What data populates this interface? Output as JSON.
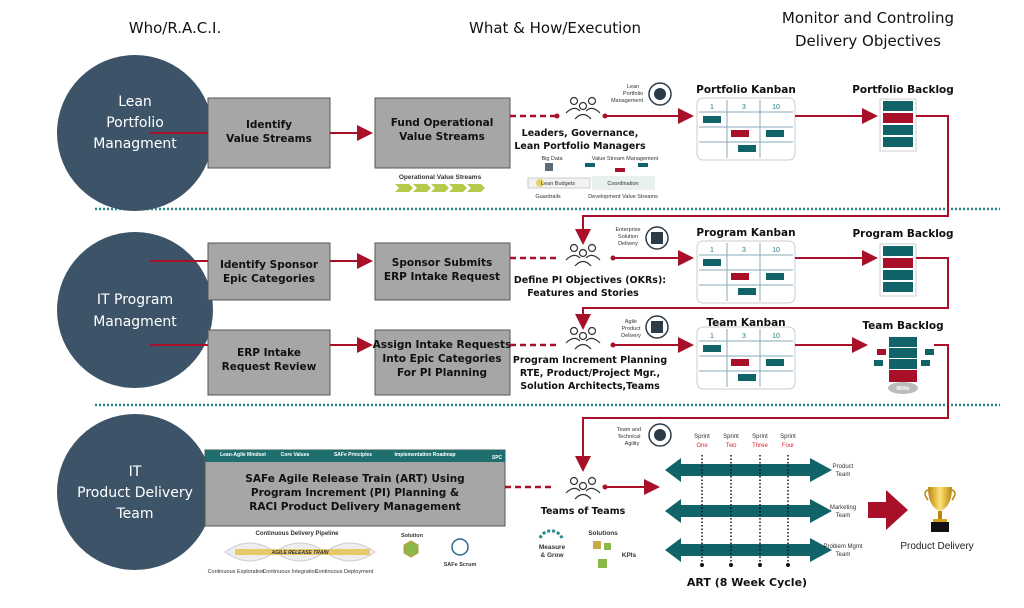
{
  "headers": {
    "who": "Who/R.A.C.I.",
    "what": "What & How/Execution",
    "monitor_line1": "Monitor and Controling",
    "monitor_line2": "Delivery Objectives"
  },
  "roles": [
    {
      "lines": [
        "Lean",
        "Portfolio",
        "Managment"
      ]
    },
    {
      "lines": [
        "IT Program",
        "Managment"
      ]
    },
    {
      "lines": [
        "IT",
        "Product Delivery",
        "Team"
      ]
    }
  ],
  "boxes": {
    "identify_value_streams": [
      "Identify",
      "Value Streams"
    ],
    "fund_operational": [
      "Fund Operational",
      "Value Streams"
    ],
    "identify_sponsor": [
      "Identify Sponsor",
      "Epic Categories"
    ],
    "sponsor_submits": [
      "Sponsor Submits",
      "ERP Intake Request"
    ],
    "erp_intake_review": [
      "ERP Intake",
      "Request Review"
    ],
    "assign_intake": [
      "Assign Intake Requests",
      "Into Epic Categories",
      "For PI Planning"
    ],
    "safe_art": [
      "SAFe Agile Release Train (ART) Using",
      "Program Increment (PI) Planning &",
      "RACI Product Delivery Management"
    ]
  },
  "safe_band": [
    "Lean-Agile Mindset",
    "Core Values",
    "SAFe Principles",
    "Implementation Roadmap",
    "SPC"
  ],
  "operational_value_streams": "Operational Value Streams",
  "portfolio_mini": {
    "big_data": "Big Data",
    "vsm": "Value Stream Management",
    "lean_budgets": "Lean Budgets",
    "coordination": "Coordination",
    "guardrails": "Guardrails",
    "dev_value_streams": "Development Value Streams"
  },
  "pipeline": {
    "title": "Continuous Delivery Pipeline",
    "train": "AGILE RELEASE TRAIN",
    "stages": [
      "Continuous Exploration",
      "Continuous Integration",
      "Continuous Deployment"
    ],
    "solution": "Solution",
    "scrum": "SAFe Scrum"
  },
  "groups": {
    "leaders": [
      "Leaders, Governance,",
      "Lean Portfolio Managers"
    ],
    "pi_objectives": [
      "Define PI Objectives (OKRs):",
      "Features and Stories"
    ],
    "pi_planning": [
      "Program Increment Planning",
      "RTE, Product/Project Mgr.,",
      "Solution Architects,Teams"
    ],
    "teams_of_teams": "Teams of Teams"
  },
  "competencies": {
    "lpm": [
      "Lean",
      "Portfolio",
      "Management"
    ],
    "esd": [
      "Enterprise",
      "Solution",
      "Delivery"
    ],
    "apd": [
      "Agile",
      "Product",
      "Delivery"
    ],
    "tta": [
      "Team and",
      "Technical",
      "Agility"
    ]
  },
  "metrics": {
    "measure": [
      "Measure",
      "& Grow"
    ],
    "solutions": "Solutions",
    "kpis": "KPIs"
  },
  "kanbans": [
    {
      "title": "Portfolio Kanban",
      "cols": [
        "1",
        "3",
        "10"
      ]
    },
    {
      "title": "Program Kanban",
      "cols": [
        "1",
        "3",
        "10"
      ]
    },
    {
      "title": "Team Kanban",
      "cols": [
        "1",
        "3",
        "10"
      ]
    }
  ],
  "backlogs": [
    "Portfolio Backlog",
    "Program Backlog",
    "Team Backlog"
  ],
  "nfrs": "NFRs",
  "art": {
    "sprints": [
      [
        "Sprint",
        "One"
      ],
      [
        "Sprint",
        "Two"
      ],
      [
        "Sprint",
        "Three"
      ],
      [
        "Sprint",
        "Four"
      ]
    ],
    "teams": [
      [
        "Product",
        "Team"
      ],
      [
        "Marketing",
        "Team"
      ],
      [
        "Problem Mgmt",
        "Team"
      ]
    ],
    "cycle": "ART (8 Week Cycle)"
  },
  "product_delivery": "Product Delivery",
  "colors": {
    "circle": "#3d5468",
    "teal": "#11636a",
    "red": "#a8102a",
    "box": "#a6a6a6",
    "sprint_red": "#d9273a"
  }
}
